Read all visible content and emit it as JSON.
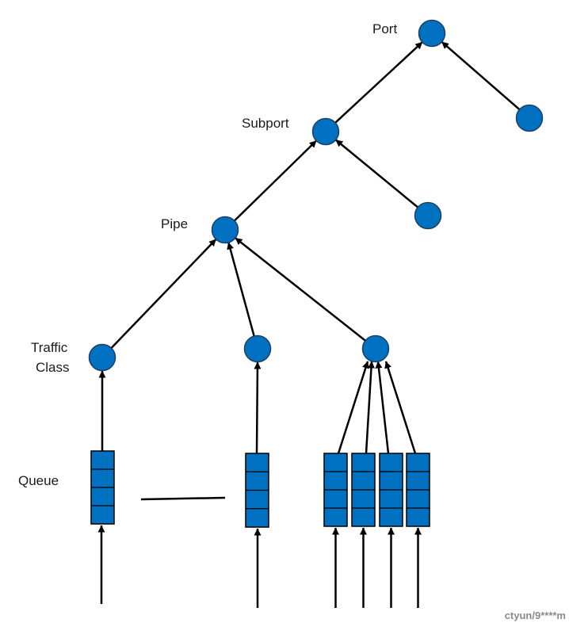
{
  "labels": {
    "port": "Port",
    "subport": "Subport",
    "pipe": "Pipe",
    "traffic_class_line1": "Traffic",
    "traffic_class_line2": "Class",
    "queue": "Queue"
  },
  "watermark": "ctyun/9****m",
  "colors": {
    "node_fill": "#0070C0",
    "node_stroke": "#1F3F66",
    "line": "#000000",
    "watermark": "#8a8a8a"
  }
}
